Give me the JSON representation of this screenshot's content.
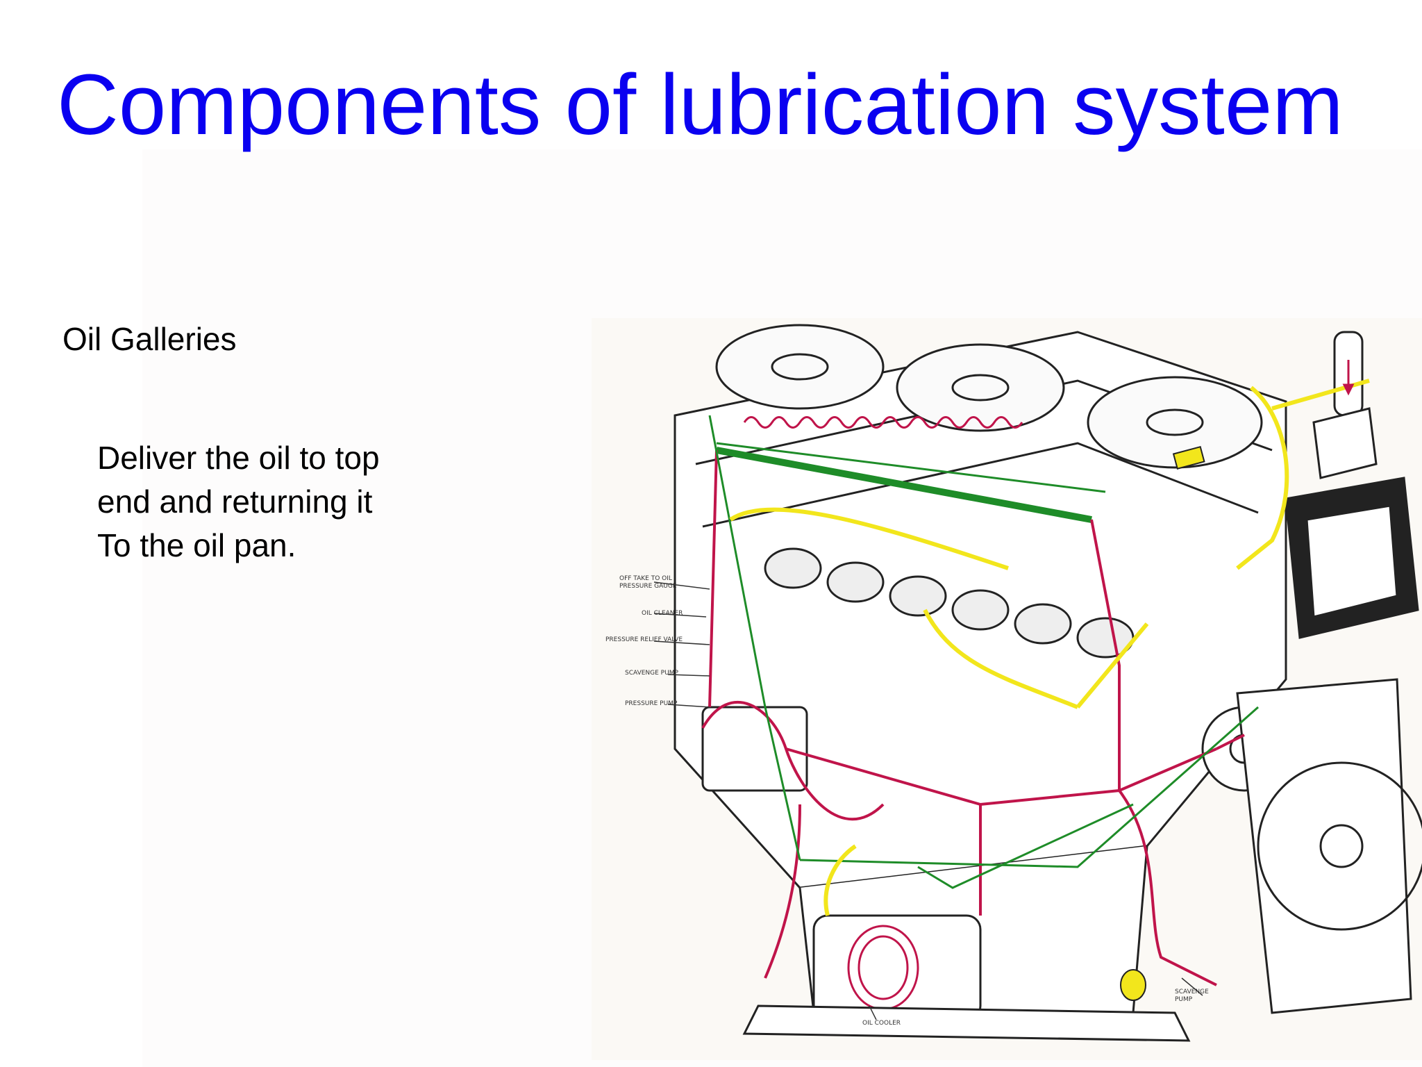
{
  "slide": {
    "title": "Components of lubrication system",
    "heading": "Oil Galleries",
    "description": "Deliver the oil to top\nend and  returning it\nTo the oil pan."
  },
  "diagram": {
    "labels": {
      "off_take": "OFF TAKE TO OIL PRESSURE GAUGE",
      "oil_cleaner": "OIL CLEANER",
      "pressure_relief": "PRESSURE RELIEF VALVE",
      "scavenge_pump": "SCAVENGE PUMP",
      "pressure_pump": "PRESSURE PUMP",
      "oil_cooler": "OIL COOLER",
      "scavenge_pump_right": "SCAVENGE PUMP"
    },
    "colors": {
      "pressure_line": "#c0144a",
      "return_line": "#1e8c28",
      "oil_highlight": "#f2e61c"
    }
  }
}
